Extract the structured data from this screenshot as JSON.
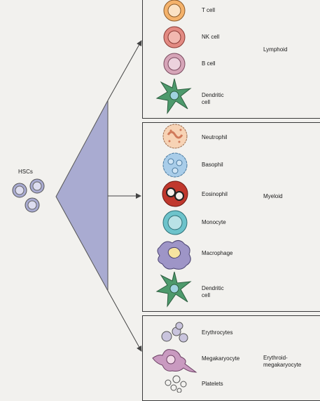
{
  "hsc_label": "HSCs",
  "colors": {
    "background": "#f2f1ee",
    "triangle": "#a9abd1",
    "line": "#444444",
    "tcell": "#f4b26b",
    "nkcell": "#e28a82",
    "bcell": "#d6a5b8",
    "dendritic": "#4d9a6c",
    "neutrophil": "#f7d3b5",
    "basophil": "#a9cde9",
    "eosinophil": "#c0382d",
    "monocyte": "#6dc3cb",
    "macrophage": "#9e95c7",
    "erythrocyte": "#c9c4dd",
    "megakaryocyte": "#c99ac0"
  },
  "groups": [
    {
      "name": "Lymphoid",
      "cells": [
        {
          "label": "T cell",
          "icon": "t-cell-icon"
        },
        {
          "label": "NK cell",
          "icon": "nk-cell-icon"
        },
        {
          "label": "B cell",
          "icon": "b-cell-icon"
        },
        {
          "label": "Dendritic\ncell",
          "icon": "dendritic-cell-icon"
        }
      ]
    },
    {
      "name": "Myeloid",
      "cells": [
        {
          "label": "Neutrophil",
          "icon": "neutrophil-icon"
        },
        {
          "label": "Basophil",
          "icon": "basophil-icon"
        },
        {
          "label": "Eosinophil",
          "icon": "eosinophil-icon"
        },
        {
          "label": "Monocyte",
          "icon": "monocyte-icon"
        },
        {
          "label": "Macrophage",
          "icon": "macrophage-icon"
        },
        {
          "label": "Dendritic\ncell",
          "icon": "dendritic-cell-icon"
        }
      ]
    },
    {
      "name": "Erythroid-\nmegakaryocyte",
      "cells": [
        {
          "label": "Erythrocytes",
          "icon": "erythrocytes-icon"
        },
        {
          "label": "Megakaryocyte",
          "icon": "megakaryocyte-icon"
        },
        {
          "label": "Platelets",
          "icon": "platelets-icon"
        }
      ]
    }
  ]
}
